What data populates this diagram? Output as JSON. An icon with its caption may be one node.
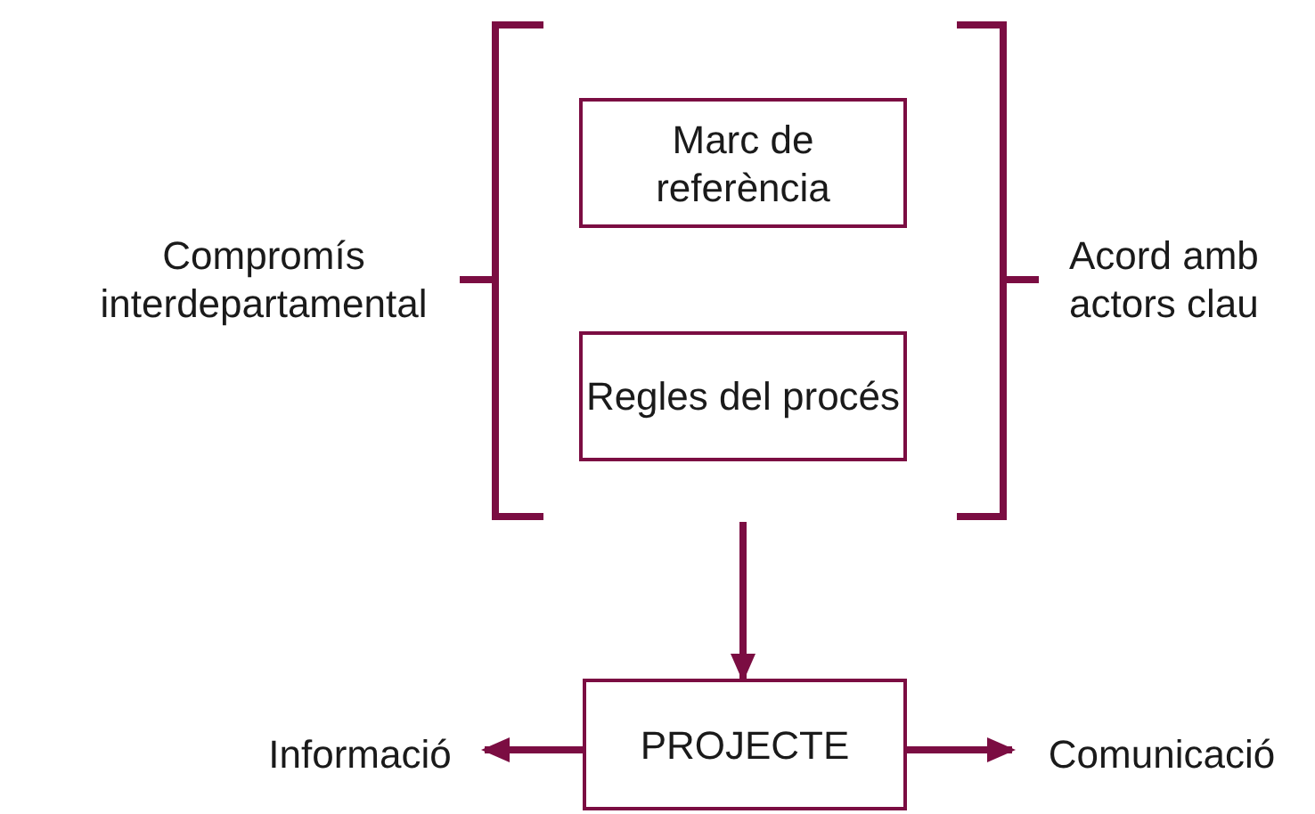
{
  "diagram": {
    "nodes": [
      {
        "text": [
          "Compromís interdepartamental"
        ]
      },
      {
        "text": [
          "Marc de referència"
        ]
      },
      {
        "text": [
          "Regles del procés"
        ]
      },
      {
        "text": [
          "Acord amb actors clau"
        ]
      },
      {
        "text": [
          "PROJECTE"
        ]
      },
      {
        "text": [
          "Informació"
        ]
      },
      {
        "text": [
          "Comunicació"
        ]
      }
    ],
    "edges": [
      {
        "from": null,
        "to": 4,
        "arrow": "to"
      },
      {
        "from": 4,
        "to": 5,
        "arrow": "to"
      },
      {
        "from": 4,
        "to": 6,
        "arrow": "to"
      }
    ]
  }
}
